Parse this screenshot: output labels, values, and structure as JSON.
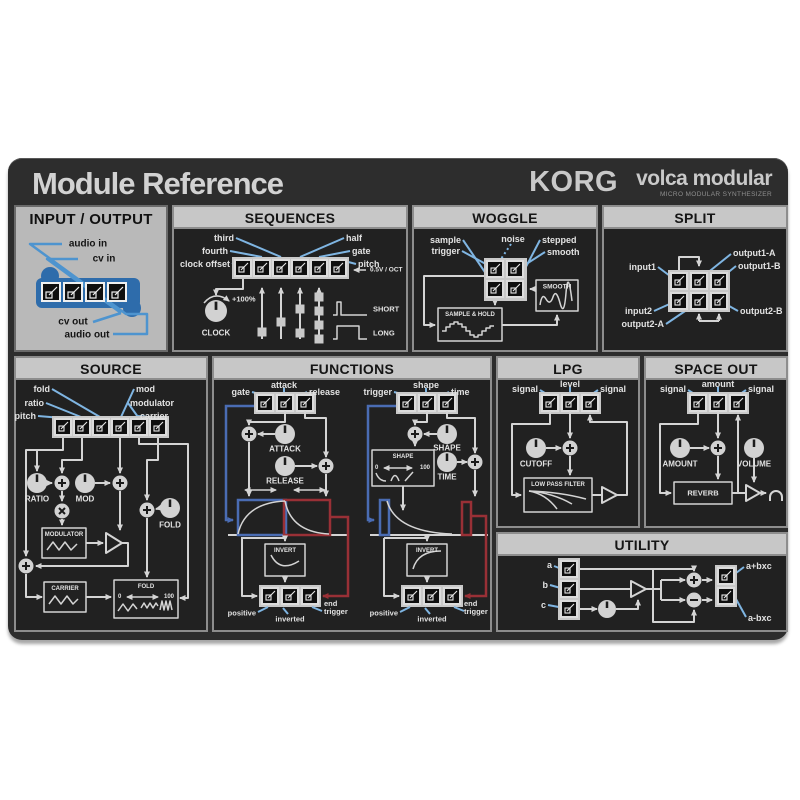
{
  "header": {
    "title": "Module Reference",
    "brand": "KORG",
    "product": "volca modular",
    "product_sub": "MICRO MODULAR SYNTHESIZER"
  },
  "colors": {
    "accent_blue": "#7fb5e2",
    "io_blue": "#2e6cab",
    "env_blue": "#4a6cb3",
    "env_red": "#993036",
    "panel_bg": "#2d2d2d",
    "header_bar": "#c7c7c7"
  },
  "sections": {
    "io": {
      "title": "INPUT / OUTPUT",
      "labels": {
        "audio_in": "audio in",
        "cv_in": "cv in",
        "cv_out": "cv out",
        "audio_out": "audio out"
      }
    },
    "seq": {
      "title": "SEQUENCES",
      "labels": {
        "third": "third",
        "fourth": "fourth",
        "clock_offset": "clock offset",
        "half": "half",
        "gate": "gate",
        "pitch": "pitch",
        "volt_oct": "0.5V / OCT",
        "plus100": "+100%",
        "clock": "CLOCK",
        "short": "SHORT",
        "long": "LONG"
      }
    },
    "wog": {
      "title": "WOGGLE",
      "labels": {
        "sample": "sample",
        "trigger": "trigger",
        "noise": "noise",
        "stepped": "stepped",
        "smooth": "smooth",
        "smooth_box": "SMOOTH",
        "sample_hold": "SAMPLE & HOLD"
      }
    },
    "spl": {
      "title": "SPLIT",
      "labels": {
        "input1": "input1",
        "input2": "input2",
        "output1a": "output1-A",
        "output1b": "output1-B",
        "output2a": "output2-A",
        "output2b": "output2-B"
      }
    },
    "src": {
      "title": "SOURCE",
      "labels": {
        "fold": "fold",
        "ratio": "ratio",
        "pitch": "pitch",
        "mod": "mod",
        "modulator": "modulator",
        "carrier": "carrier",
        "ratio_knob": "RATIO",
        "mod_knob": "MOD",
        "fold_knob": "FOLD",
        "modulator_box": "MODULATOR",
        "carrier_box": "CARRIER",
        "fold_box": "FOLD",
        "zero": "0",
        "hundred": "100"
      }
    },
    "fun": {
      "title": "FUNCTIONS",
      "env1": {
        "gate": "gate",
        "attack": "attack",
        "release": "release",
        "attack_knob": "ATTACK",
        "release_knob": "RELEASE",
        "invert": "INVERT",
        "positive": "positive",
        "inverted": "inverted",
        "end_trigger": "end trigger"
      },
      "env2": {
        "trigger": "trigger",
        "shape": "shape",
        "time": "time",
        "shape_knob": "SHAPE",
        "time_knob": "TIME",
        "shape_box": "SHAPE",
        "zero": "0",
        "hundred": "100",
        "invert": "INVERT",
        "positive": "positive",
        "inverted": "inverted",
        "end_trigger": "end trigger"
      }
    },
    "lpg": {
      "title": "LPG",
      "labels": {
        "signal_l": "signal",
        "level": "level",
        "signal_r": "signal",
        "cutoff": "CUTOFF",
        "lpf": "LOW PASS FILTER"
      }
    },
    "so": {
      "title": "SPACE OUT",
      "labels": {
        "signal_l": "signal",
        "amount": "amount",
        "signal_r": "signal",
        "amount_knob": "AMOUNT",
        "volume": "VOLUME",
        "reverb": "REVERB"
      }
    },
    "ut": {
      "title": "UTILITY",
      "labels": {
        "a": "a",
        "b": "b",
        "c": "c",
        "sum": "a+bxc",
        "diff": "a-bxc"
      }
    }
  }
}
